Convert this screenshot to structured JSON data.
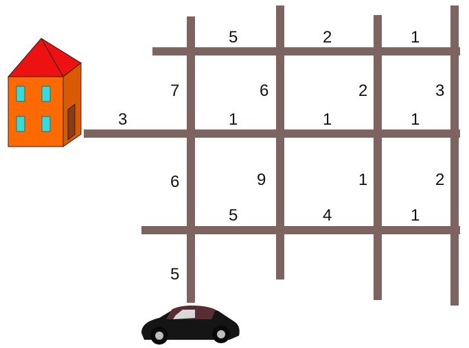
{
  "colors": {
    "road": "#7d6461",
    "house_roof": "#ee1111",
    "house_wall_front": "#ff6a00",
    "house_wall_side": "#d95a00",
    "house_window": "#33dddd",
    "house_door": "#8b3a1a",
    "car_body": "#151515",
    "car_roof": "#5a2d35"
  },
  "icons": {
    "start": "house-icon",
    "goal": "car-icon"
  },
  "edge_weights": {
    "top_row": [
      "5",
      "2",
      "1"
    ],
    "verticals_top_to_middle": [
      "7",
      "6",
      "2",
      "3"
    ],
    "house_road": "3",
    "middle_row": [
      "1",
      "1",
      "1"
    ],
    "verticals_middle_to_bottom": [
      "6",
      "9",
      "1",
      "2"
    ],
    "bottom_row": [
      "5",
      "4",
      "1"
    ],
    "vertical_to_car": "5"
  }
}
